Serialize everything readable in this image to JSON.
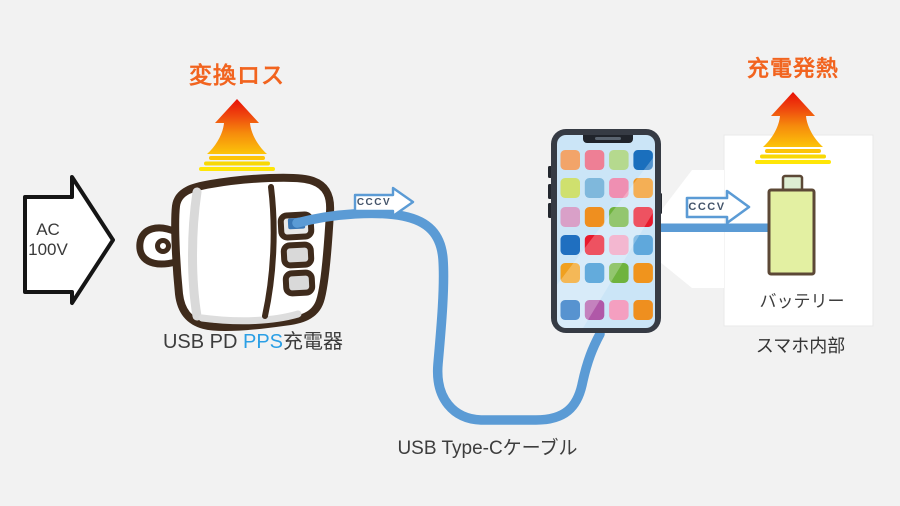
{
  "labels": {
    "conversion_loss": "変換ロス",
    "charge_heat": "充電発熱",
    "ac_line1": "AC",
    "ac_line2": "100V",
    "charger_prefix": "USB PD ",
    "charger_highlight": "PPS",
    "charger_suffix": "充電器",
    "cable": "USB Type-Cケーブル",
    "cccv_1": "CCCV",
    "cccv_2": "CCCV",
    "battery": "バッテリー",
    "phone_internal": "スマホ内部"
  },
  "colors": {
    "background": "#f2f2f2",
    "accent_orange": "#f2641f",
    "pps_blue": "#2b9fe5",
    "cable_blue": "#5b9bd5",
    "text_dark": "#3d3d3d",
    "cccv_text": "#44546a",
    "outline_brown": "#3f2b1c",
    "battery_fill": "#e3f0a2",
    "flame_red": "#e81007",
    "flame_yellow": "#ffe607"
  },
  "phone": {
    "app_icon_rows": [
      [
        "#f2a469",
        "#ee7f95",
        "#b5d98e",
        "#1a6fbd"
      ],
      [
        "#cfe06e",
        "#7fb8dc",
        "#ef8fb2",
        "#f0941d"
      ],
      [
        "#d9a0c8",
        "#ef8f1f",
        "#6fb33e",
        "#e8192c"
      ],
      [
        "#1f6fc0",
        "#e8192c",
        "#ef9fc0",
        "#5fa8dc"
      ],
      [
        "#f0a01f",
        "#2f8fd0",
        "#6fb33e",
        "#f0941d"
      ],
      [
        "#1f6fc0",
        "#b058a8",
        "#f49fc0",
        "#ef8f1f"
      ]
    ]
  }
}
